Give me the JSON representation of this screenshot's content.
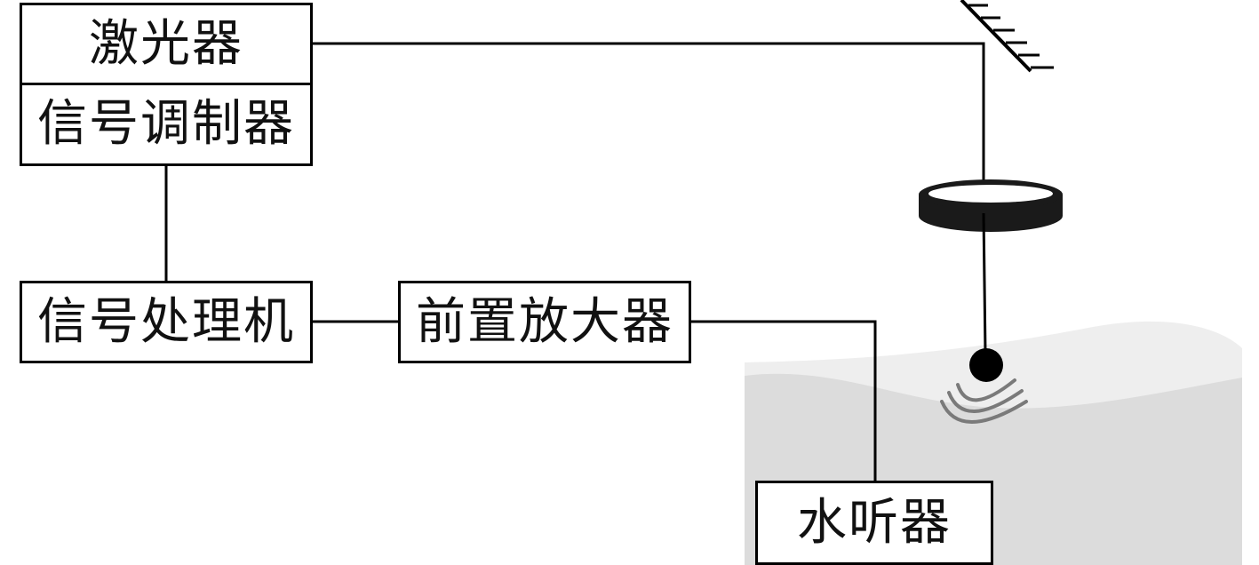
{
  "labels": {
    "laser": "激光器",
    "modulator": "信号调制器",
    "processor": "信号处理机",
    "preamp": "前置放大器",
    "hydrophone": "水听器"
  },
  "colors": {
    "line": "#000000",
    "water_back": "#eeeeee",
    "water_front": "#dcdcdc",
    "wave": "#7a7a7a",
    "lens": "#1a1a1a"
  },
  "icons": {
    "mirror": "mirror-icon",
    "lens": "lens-icon",
    "ball": "ball-icon",
    "waves": "sound-wave-icon"
  }
}
